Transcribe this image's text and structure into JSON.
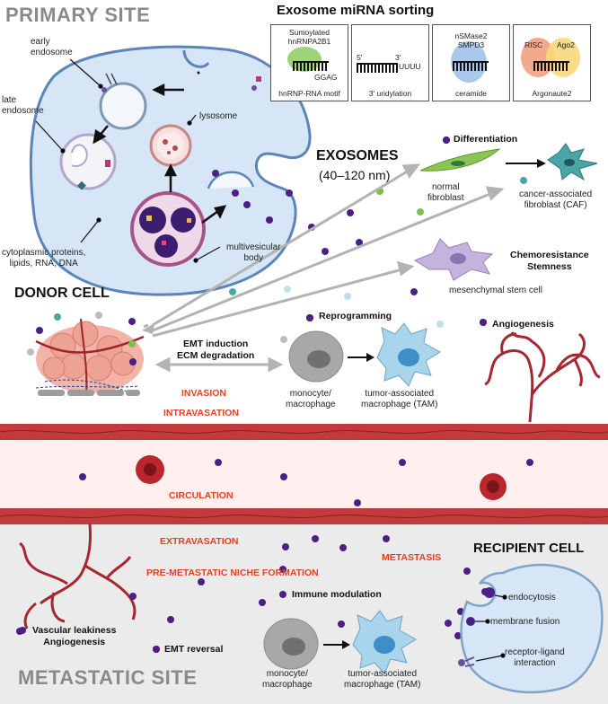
{
  "primary_site": {
    "title": "PRIMARY SITE",
    "labels": {
      "early_endosome": "early\nendosome",
      "late_endosome": "late\nendosome",
      "lysosome": "lysosome",
      "cytoplasmic": "cytoplasmic proteins,\nlipids, RNA, DNA",
      "mvb": "multivesicular\nbody"
    }
  },
  "sorting": {
    "title": "Exosome miRNA sorting",
    "boxes": [
      {
        "top_text": "Sumoylated\nhnRNPA2B1",
        "seq": "GGAG",
        "caption": "hnRNP-RNA motif"
      },
      {
        "seq_left": "5'",
        "seq_right": "3'",
        "tail": "UUUU",
        "caption": "3' uridylation"
      },
      {
        "top_text": "nSMase2\nSMPD3",
        "caption": "ceramide"
      },
      {
        "left_text": "RISC",
        "right_text": "Ago2",
        "caption": "Argonaute2"
      }
    ]
  },
  "exosomes": {
    "title": "EXOSOMES",
    "range": "(40–120 nm)"
  },
  "donor": {
    "title": "DONOR CELL"
  },
  "targets": {
    "differentiation": "Differentiation",
    "normal_fibroblast": "normal\nfibroblast",
    "caf": "cancer-associated\nfibroblast (CAF)",
    "chemo": "Chemoresistance\nStemness",
    "msc": "mesenchymal stem cell",
    "reprogramming": "Reprogramming",
    "angiogenesis": "Angiogenesis",
    "emt": "EMT induction\nECM degradation",
    "monocyte": "monocyte/\nmacrophage",
    "tam": "tumor-associated\nmacrophage (TAM)"
  },
  "steps": {
    "invasion": "INVASION",
    "intravasation": "INTRAVASATION",
    "circulation": "CIRCULATION",
    "extravasation": "EXTRAVASATION",
    "niche": "PRE-METASTATIC NICHE FORMATION",
    "metastasis": "METASTASIS"
  },
  "metastatic": {
    "title": "METASTATIC SITE",
    "vascular": "Vascular leakiness\nAngiogenesis",
    "emt_reversal": "EMT reversal",
    "immune": "Immune modulation",
    "monocyte": "monocyte/\nmacrophage",
    "tam": "tumor-associated\nmacrophage (TAM)"
  },
  "recipient": {
    "title": "RECIPIENT CELL",
    "endocytosis": "endocytosis",
    "fusion": "membrane fusion",
    "receptor": "receptor-ligand\ninteraction"
  },
  "colors": {
    "cell_fill": "#d6e6f6",
    "cell_stroke": "#5b85b8",
    "exo_purple": "#4b1f86",
    "exo_green": "#7cbf4d",
    "exo_teal": "#4aa5a5",
    "exo_light": "#bfe0ea",
    "red_text": "#e8401c",
    "vessel": "#b6262e",
    "metastatic_bg": "#ebebeb"
  }
}
